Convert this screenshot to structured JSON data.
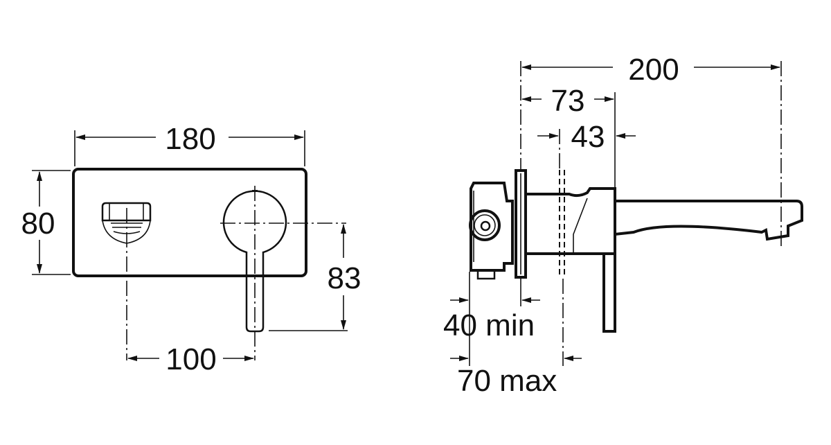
{
  "front_view": {
    "width_label": "180",
    "height_label": "80",
    "lever_height_label": "83",
    "spacing_label": "100"
  },
  "side_view": {
    "total_depth_label": "200",
    "lever_offset_label": "73",
    "spout_offset_label": "43",
    "min_wall_label": "40 min",
    "max_wall_label": "70 max"
  },
  "colors": {
    "line": "#111111",
    "background": "#ffffff"
  }
}
